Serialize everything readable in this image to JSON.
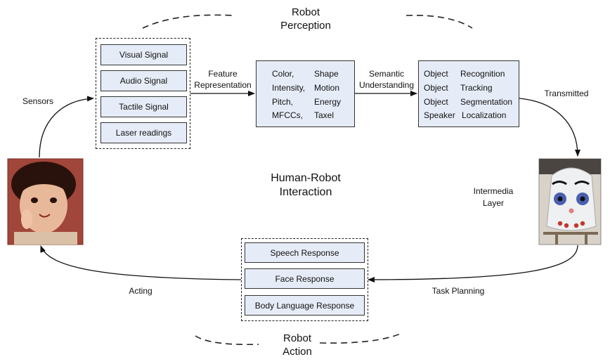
{
  "perception": {
    "title_line1": "Robot",
    "title_line2": "Perception",
    "signals": [
      "Visual Signal",
      "Audio Signal",
      "Tactile Signal",
      "Laser readings"
    ]
  },
  "edges": {
    "feature_line1": "Feature",
    "feature_line2": "Representation",
    "semantic_line1": "Semantic",
    "semantic_line2": "Understanding",
    "sensors": "Sensors",
    "transmitted": "Transmitted",
    "task_planning": "Task Planning",
    "acting": "Acting"
  },
  "features": {
    "rows": [
      [
        "Color,",
        "Shape"
      ],
      [
        "Intensity,",
        "Motion"
      ],
      [
        "Pitch,",
        "Energy"
      ],
      [
        "MFCCs,",
        "Taxel"
      ]
    ]
  },
  "understanding": {
    "rows": [
      [
        "Object",
        "Recognition"
      ],
      [
        "Object",
        "Tracking"
      ],
      [
        "Object",
        "Segmentation"
      ],
      [
        "Speaker",
        "Localization"
      ]
    ]
  },
  "center": {
    "line1": "Human-Robot",
    "line2": "Interaction"
  },
  "intermedia": {
    "line1": "Intermedia",
    "line2": "Layer"
  },
  "action": {
    "title_line1": "Robot",
    "title_line2": "Action",
    "responses": [
      "Speech Response",
      "Face Response",
      "Body Language Response"
    ]
  },
  "colors": {
    "box_fill": "#e6ecf7",
    "stroke": "#222222"
  }
}
